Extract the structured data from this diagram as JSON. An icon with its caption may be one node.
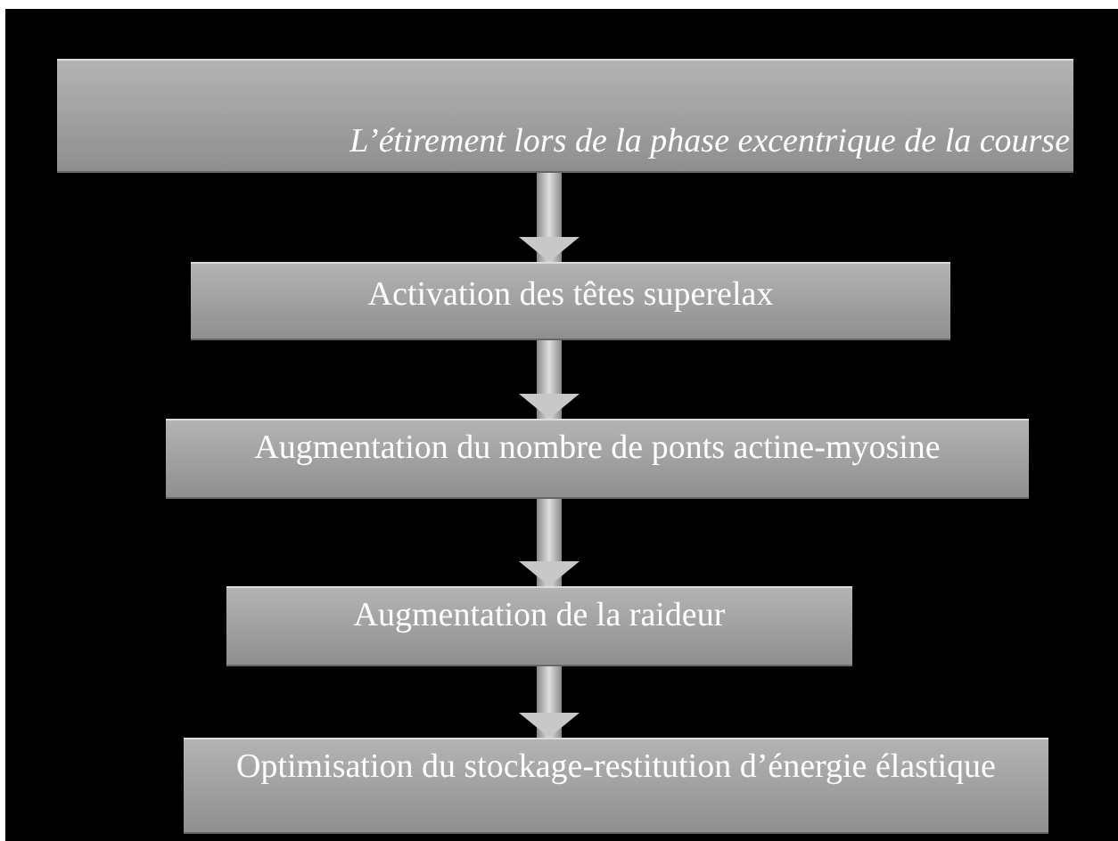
{
  "diagram": {
    "nodes": [
      {
        "text": [
          "L’étirement lors de la phase excentrique de la course"
        ]
      },
      {
        "text": [
          "Activation des têtes superelax"
        ]
      },
      {
        "text": [
          "Augmentation du nombre de ponts actine-myosine"
        ]
      },
      {
        "text": [
          "Augmentation de la raideur"
        ]
      },
      {
        "text": [
          "Optimisation du stockage-restitution d’énergie élastique"
        ]
      }
    ],
    "edges": [
      {
        "from": 0,
        "to": 1,
        "arrow": "to",
        "style": "thick"
      },
      {
        "from": 1,
        "to": 2,
        "arrow": "to",
        "style": "thick"
      },
      {
        "from": 2,
        "to": 3,
        "arrow": "to",
        "style": "thick"
      },
      {
        "from": 3,
        "to": 4,
        "arrow": "to",
        "style": "thick"
      }
    ]
  }
}
